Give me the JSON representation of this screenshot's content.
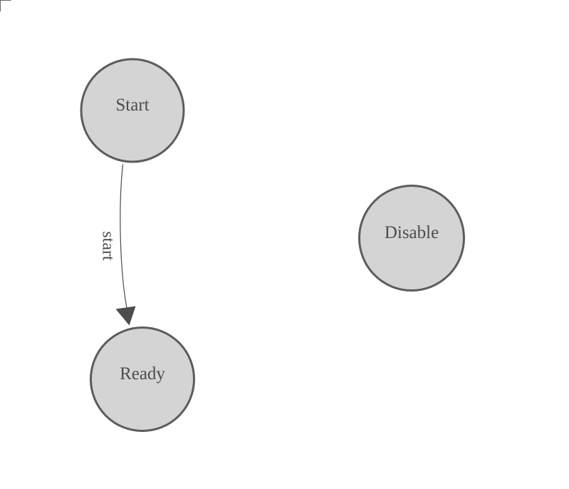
{
  "diagram": {
    "type": "state-machine",
    "nodes": [
      {
        "id": "start",
        "label": "Start"
      },
      {
        "id": "ready",
        "label": "Ready"
      },
      {
        "id": "disable",
        "label": "Disable"
      }
    ],
    "edges": [
      {
        "from": "start",
        "to": "ready",
        "label": "start"
      }
    ]
  },
  "colors": {
    "background": "#ffffff",
    "node_fill": "#d4d4d4",
    "node_stroke": "#5c5c5c",
    "node_text": "#4d4d4d",
    "edge_stroke": "#4c4c4c",
    "edge_text": "#4d4d4d",
    "corner_mark": "#666666"
  }
}
